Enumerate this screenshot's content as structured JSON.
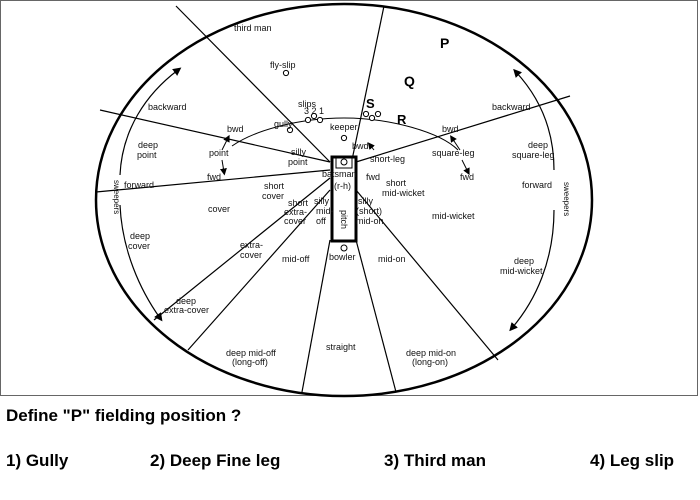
{
  "question": "Define \"P\"  fielding position ?",
  "options": [
    {
      "label": "1) Gully"
    },
    {
      "label": "2) Deep Fine leg"
    },
    {
      "label": "3) Third man"
    },
    {
      "label": "4) Leg slip"
    }
  ],
  "markers": {
    "p": "P",
    "q": "Q",
    "r": "R",
    "s": "S"
  },
  "field_labels": {
    "third_man": "third man",
    "fly_slip": "fly-slip",
    "slips": "slips",
    "slip_numbers": "3 2 1",
    "gully": "gully",
    "keeper": "keeper",
    "backward_off": "backward",
    "deep_point_1": "deep",
    "deep_point_2": "point",
    "forward_off": "forward",
    "bwd_off": "bwd",
    "point": "point",
    "fwd_off": "fwd",
    "silly_point_1": "silly",
    "silly_point_2": "point",
    "batsman": "batsman",
    "rh": "(r-h)",
    "bwd_leg_top": "bwd",
    "short_leg": "short-leg",
    "fwd_leg_top": "fwd",
    "backward_leg": "backward",
    "deep_square_leg_1": "deep",
    "deep_square_leg_2": "square-leg",
    "forward_leg": "forward",
    "bwd_leg": "bwd",
    "square_leg": "square-leg",
    "fwd_leg": "fwd",
    "short_cover_1": "short",
    "short_cover_2": "cover",
    "short_extra_cover_1": "short",
    "short_extra_cover_2": "extra-",
    "short_extra_cover_3": "cover",
    "silly_mid_off_1": "silly",
    "silly_mid_off_2": "mid-",
    "silly_mid_off_3": "off",
    "pitch": "pitch",
    "silly_mid_on_1": "silly",
    "silly_mid_on_2": "(short)",
    "silly_mid_on_3": "mid-on",
    "short_mid_wicket_1": "short",
    "short_mid_wicket_2": "mid-wicket",
    "sweepers_left": "sweepers",
    "sweepers_right": "sweepers",
    "cover": "cover",
    "mid_wicket": "mid-wicket",
    "deep_cover_1": "deep",
    "deep_cover_2": "cover",
    "extra_cover_1": "extra-",
    "extra_cover_2": "cover",
    "mid_off": "mid-off",
    "bowler": "bowler",
    "mid_on": "mid-on",
    "deep_mid_wicket_1": "deep",
    "deep_mid_wicket_2": "mid-wicket",
    "deep_extra_cover_1": "deep",
    "deep_extra_cover_2": "extra-cover",
    "straight": "straight",
    "deep_mid_off_1": "deep mid-off",
    "deep_mid_off_2": "(long-off)",
    "deep_mid_on_1": "deep mid-on",
    "deep_mid_on_2": "(long-on)"
  }
}
